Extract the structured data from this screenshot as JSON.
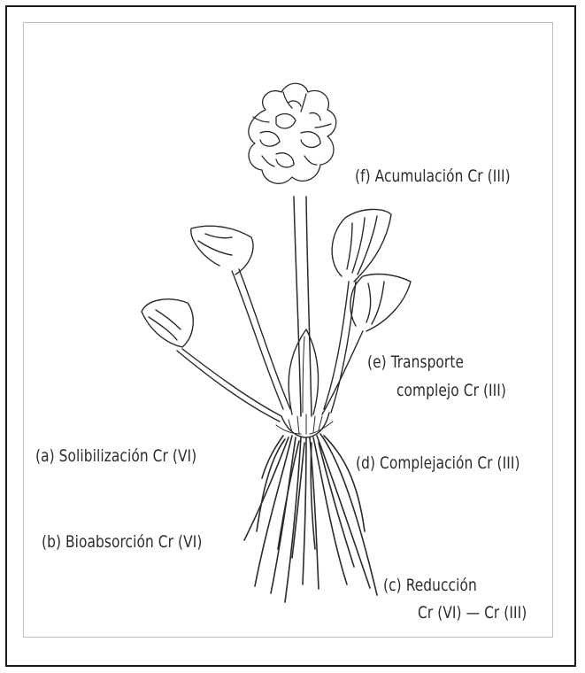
{
  "labels": {
    "a": "(a) Solibilización Cr (VI)",
    "b": "(b) Bioabsorción Cr (VI)",
    "c_line1": "(c) Reducción",
    "c_line2": "Cr (VI) — Cr (III)",
    "d": "(d) Complejación Cr (III)",
    "e_line1": "(e) Transporte",
    "e_line2": "complejo Cr (III)",
    "f": "(f) Acumulación Cr (III)"
  }
}
